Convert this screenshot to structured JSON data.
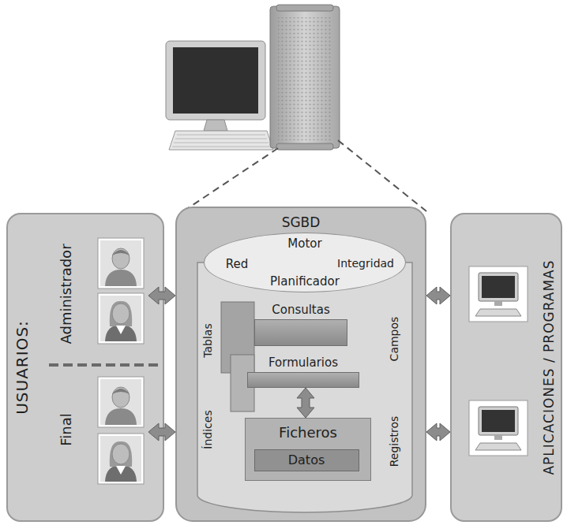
{
  "diagram": {
    "nodes": [
      {
        "text": [
          "USUARIOS:"
        ]
      },
      {
        "text": [
          "Administrador"
        ],
        "in": 0
      },
      {
        "text": [
          "Final"
        ],
        "in": 0
      },
      {
        "text": [
          "SGBD"
        ]
      },
      {
        "text": [
          "Motor",
          "Red",
          "Integridad",
          "Planificador"
        ],
        "in": 3
      },
      {
        "text": [
          "Consultas"
        ],
        "in": 3
      },
      {
        "text": [
          "Formularios"
        ],
        "in": 3
      },
      {
        "text": [
          "Ficheros"
        ],
        "in": 3
      },
      {
        "text": [
          "Datos"
        ],
        "in": 7
      },
      {
        "text": [
          "APLICACIONES / PROGRAMAS"
        ]
      }
    ],
    "edges": [
      {
        "from": 1,
        "to": 3,
        "arrow": "both"
      },
      {
        "from": 2,
        "to": 3,
        "arrow": "both"
      },
      {
        "from": 3,
        "to": 9,
        "arrow": "both"
      },
      {
        "from": 3,
        "to": 9,
        "arrow": "both"
      },
      {
        "from": 6,
        "to": 7,
        "arrow": "both"
      }
    ],
    "labels": [
      "Tablas",
      "Índices",
      "Campos",
      "Registros"
    ]
  }
}
